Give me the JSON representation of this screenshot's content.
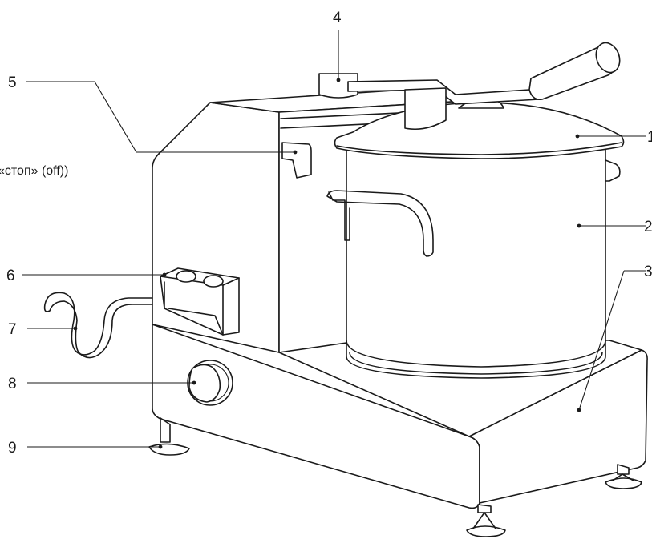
{
  "labels": [
    {
      "id": "1",
      "text": "1"
    },
    {
      "id": "2",
      "text": "2"
    },
    {
      "id": "3",
      "text": "3"
    },
    {
      "id": "4",
      "text": "4"
    },
    {
      "id": "5",
      "text": "5"
    },
    {
      "id": "6",
      "text": "6"
    },
    {
      "id": "7",
      "text": "7"
    },
    {
      "id": "8",
      "text": "8"
    },
    {
      "id": "9",
      "text": "9"
    }
  ],
  "partial_note": "«стоп» (off))"
}
